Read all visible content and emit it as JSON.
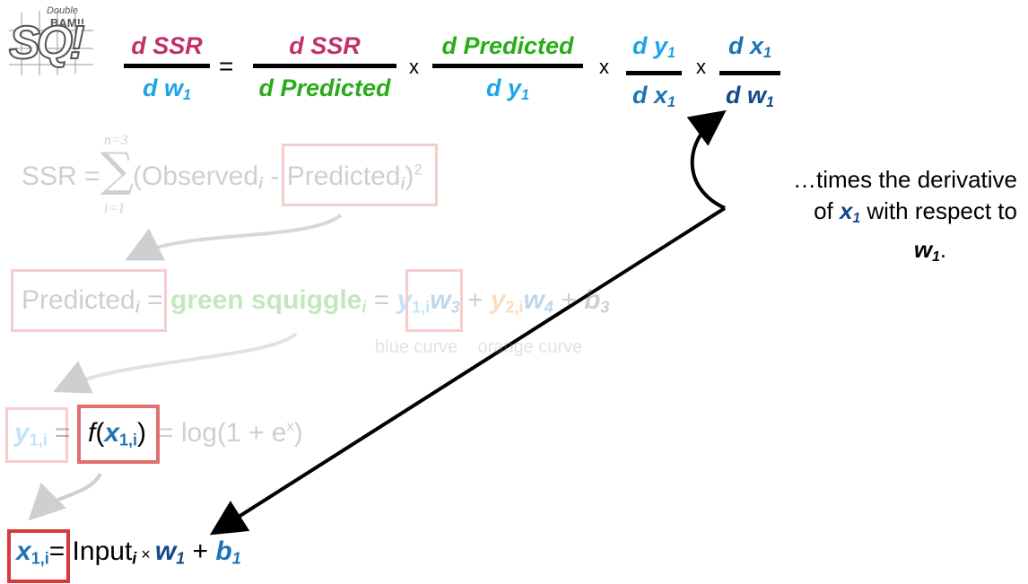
{
  "logo": {
    "line1": "Double",
    "line2": "BAM!!",
    "letters": "SQ!"
  },
  "equation": {
    "f1": {
      "num_a": "d SSR",
      "den_a": "d ",
      "den_b": "w",
      "den_sub": "1"
    },
    "equals": "=",
    "f2": {
      "num": "d SSR",
      "den": "d Predicted"
    },
    "times1": "x",
    "f3": {
      "num": "d Predicted",
      "den_a": "d ",
      "den_b": "y",
      "den_sub": "1"
    },
    "times2": "x",
    "f4": {
      "num_a": "d ",
      "num_b": "y",
      "num_sub": "1",
      "den_a": "d ",
      "den_b": "x",
      "den_sub": "1"
    },
    "times3": "x",
    "f5": {
      "num_a": "d ",
      "num_b": "x",
      "num_sub": "1",
      "den_a": "d ",
      "den_b": "w",
      "den_sub": "1"
    }
  },
  "annotation": {
    "line1": "…times the derivative",
    "line2_a": "of ",
    "line2_var": "x",
    "line2_sub": "1",
    "line2_b": " with respect to",
    "line3_var": "w",
    "line3_sub": "1",
    "line3_end": "."
  },
  "ssr": {
    "lhs": "SSR =",
    "sigma": "∑",
    "upper": "n=3",
    "lower": "i=1",
    "open": "(Observed",
    "i1": "i",
    "minus": " - ",
    "pred": "Predicted",
    "i2": "i",
    "close": ")",
    "sq": "2"
  },
  "predicted_row": {
    "lhs": "Predicted",
    "lhs_i": "i",
    "eq": " = ",
    "gs": "green squiggle",
    "gs_i": "i",
    "eq2": " = ",
    "y1": "y",
    "y1_sub": "1,i",
    "w3": "w",
    "w3_sub": "3",
    "plus1": " + ",
    "y2": "y",
    "y2_sub": "2,i",
    "w4": "w",
    "w4_sub": "4",
    "plus2": " + ",
    "b3": "b",
    "b3_sub": "3",
    "note": "blue curve    orange curve"
  },
  "y_row": {
    "y": "y",
    "y_sub": "1,i",
    "eq": " = ",
    "f": "f",
    "open": "(",
    "x": "x",
    "x_sub": "1,i",
    "close": ")",
    "rhs": " = log(1 + e",
    "ex": "x",
    "rhs_end": ")"
  },
  "x_row": {
    "x": "x",
    "x_sub": "1,i",
    "eq": "= Input",
    "i": "i",
    "times": " × ",
    "w": "w",
    "w_sub": "1",
    "plus": " + ",
    "b": "b",
    "b_sub": "1"
  },
  "colors": {
    "magenta": "#c0306a",
    "green": "#2bab1a",
    "cyan": "#1fa3e8",
    "blue": "#1c74b5",
    "dark_blue": "#124a86",
    "box_red": "#d83a3a"
  }
}
